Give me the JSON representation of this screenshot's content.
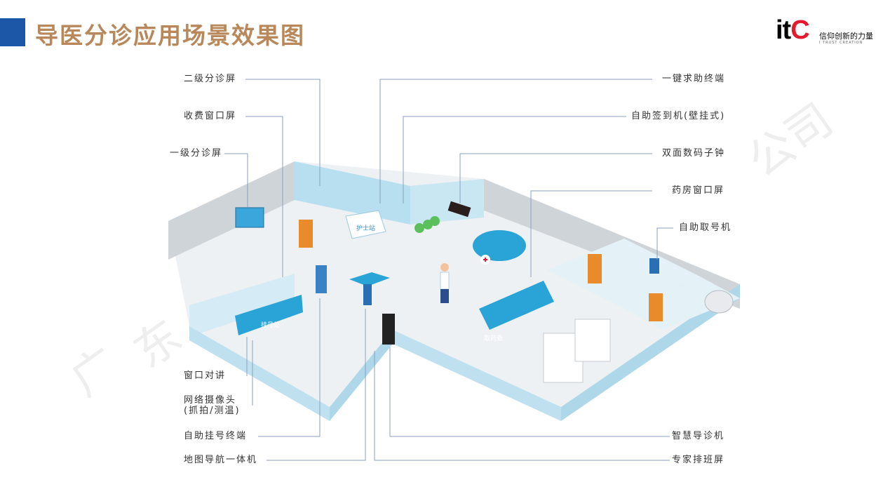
{
  "header": {
    "title": "导医分诊应用场景效果图",
    "title_color": "#b8875a",
    "accent_color": "#1c56a6"
  },
  "logo": {
    "mark": "it",
    "mark_c": "C",
    "slogan": "信仰创新的力量",
    "sub": "I TRUST CREATION"
  },
  "watermarks": [
    "公司",
    "广",
    "东"
  ],
  "left_labels": [
    {
      "id": "secondary-triage-screen",
      "text": "二级分诊屏"
    },
    {
      "id": "cashier-window-screen",
      "text": "收费窗口屏"
    },
    {
      "id": "primary-triage-screen",
      "text": "一级分诊屏"
    },
    {
      "id": "window-intercom",
      "text": "窗口对讲"
    },
    {
      "id": "network-camera",
      "text": "网络摄像头",
      "text2": "(抓拍/测温)"
    },
    {
      "id": "self-registration-terminal",
      "text": "自助挂号终端"
    },
    {
      "id": "map-navigation-kiosk",
      "text": "地图导航一体机"
    }
  ],
  "right_labels": [
    {
      "id": "one-key-help-terminal",
      "text": "一键求助终端"
    },
    {
      "id": "wall-checkin-machine",
      "text": "自助签到机(壁挂式)"
    },
    {
      "id": "double-sided-clock",
      "text": "双面数码子钟"
    },
    {
      "id": "pharmacy-window-screen",
      "text": "药房窗口屏"
    },
    {
      "id": "self-ticket-machine",
      "text": "自助取号机"
    },
    {
      "id": "smart-guide-machine",
      "text": "智慧导诊机"
    },
    {
      "id": "expert-schedule-screen",
      "text": "专家排班屏"
    }
  ],
  "scene_signs": {
    "nurse_station": "护士站",
    "registration": "挂号处",
    "pharmacy": "取药处"
  }
}
